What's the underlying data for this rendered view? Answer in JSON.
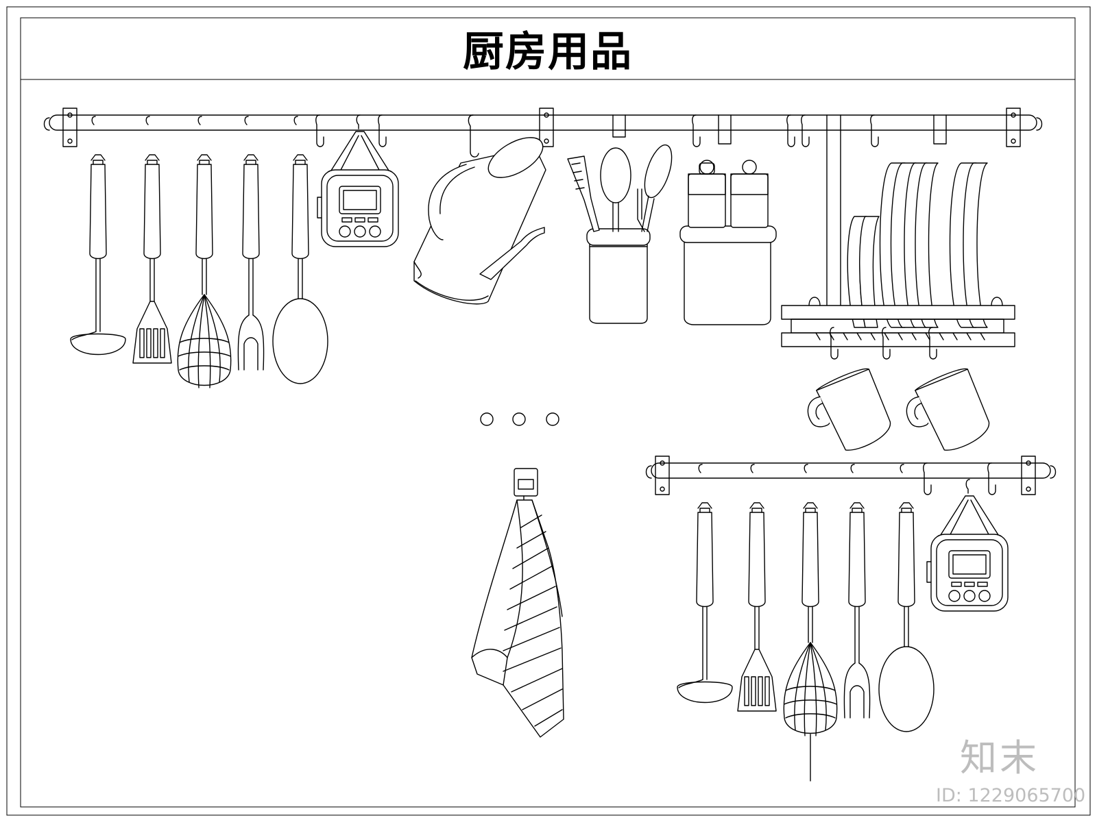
{
  "title": "厨房用品",
  "watermark": {
    "brand": "知末",
    "id_label": "ID: 1229065700"
  },
  "colors": {
    "line": "#000000",
    "background": "#ffffff",
    "watermark": "#bdbdbd"
  },
  "icons": [
    "ladle-icon",
    "slotted-spatula-icon",
    "whisk-icon",
    "fork-icon",
    "spoon-icon",
    "kitchen-timer-icon",
    "kettle-icon",
    "utensil-cup-icon",
    "spice-box-icon",
    "dish-rack-icon",
    "mug-icon",
    "towel-hook-icon",
    "hanging-towel-icon",
    "ellipsis-dots-icon"
  ]
}
